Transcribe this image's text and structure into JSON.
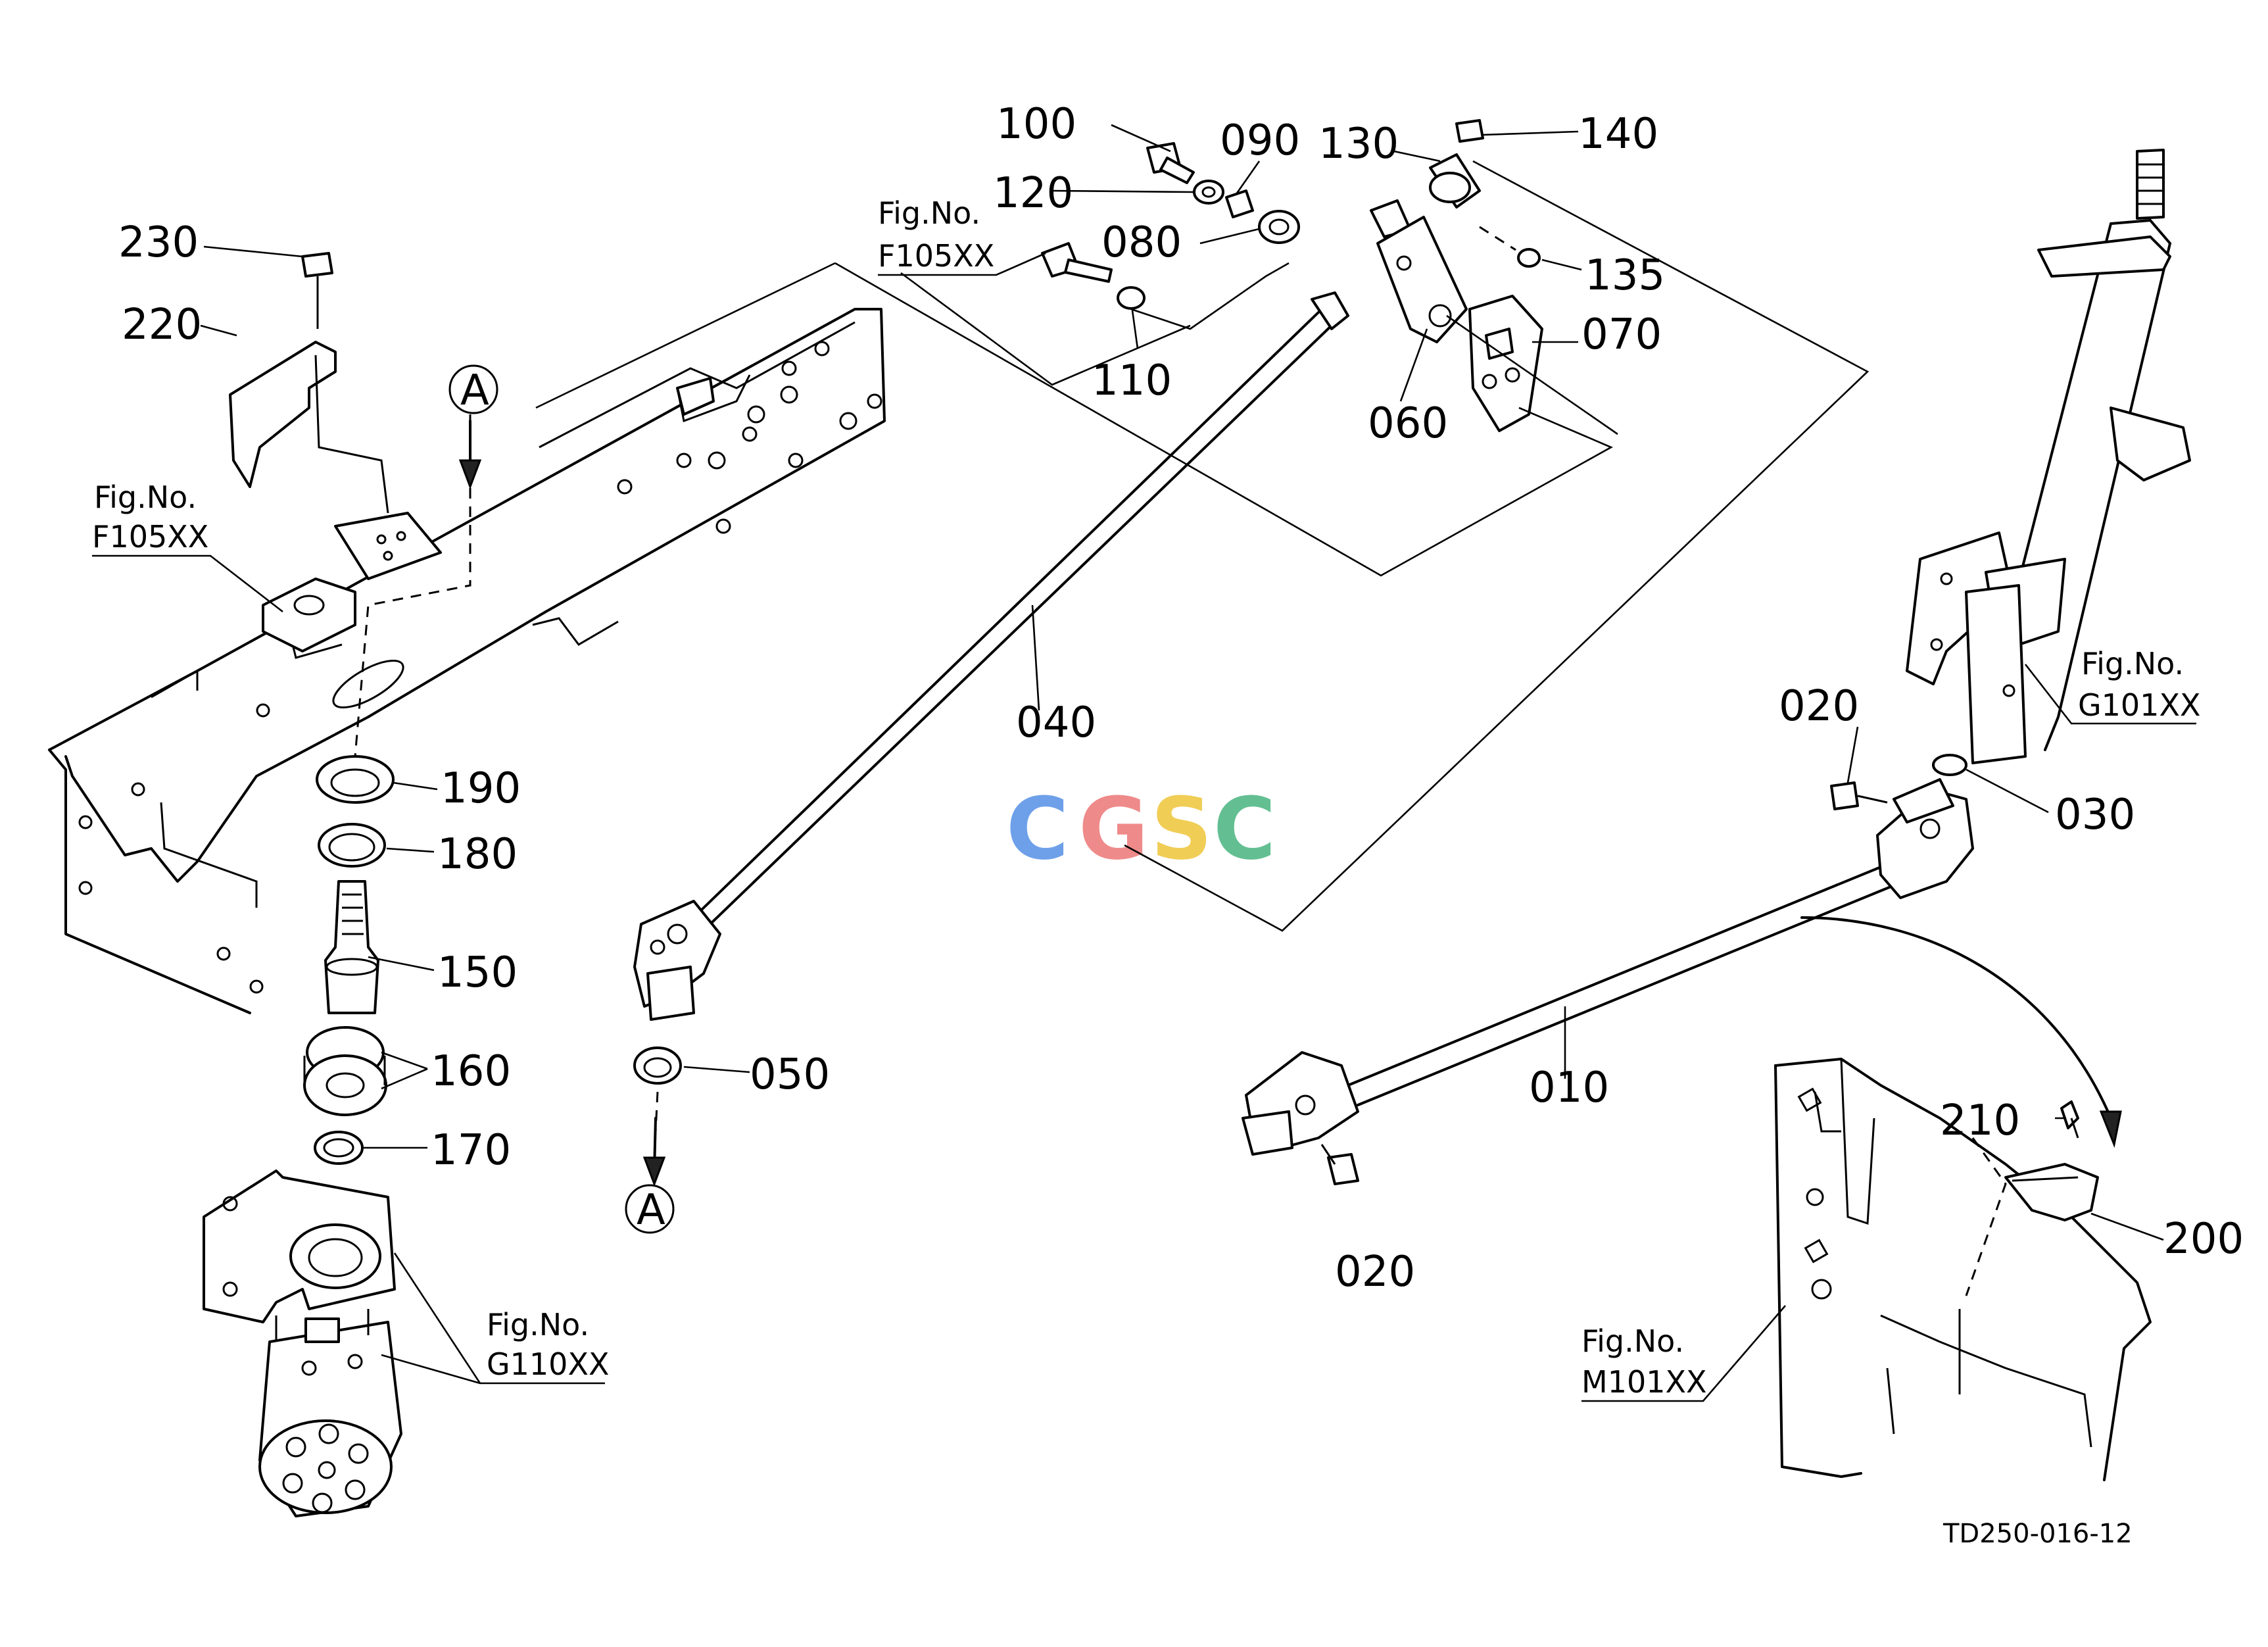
{
  "drawing_code": "TD250-016-12",
  "watermark": {
    "letters": [
      "C",
      "G",
      "S",
      "C"
    ],
    "colors": [
      "#6ea0ea",
      "#ef8a8a",
      "#f0cd55",
      "#63bf92"
    ]
  },
  "callouts": {
    "p010": "010",
    "p020a": "020",
    "p020b": "020",
    "p030": "030",
    "p040": "040",
    "p050": "050",
    "p060": "060",
    "p070": "070",
    "p080": "080",
    "p090": "090",
    "p100": "100",
    "p110": "110",
    "p120": "120",
    "p130": "130",
    "p135": "135",
    "p140": "140",
    "p150": "150",
    "p160": "160",
    "p170": "170",
    "p180": "180",
    "p190": "190",
    "p200": "200",
    "p210": "210",
    "p220": "220",
    "p230": "230"
  },
  "section_marker": "A",
  "figure_refs": [
    {
      "prefix": "Fig.No.",
      "code": "F105XX"
    },
    {
      "prefix": "Fig.No.",
      "code": "F105XX"
    },
    {
      "prefix": "Fig.No.",
      "code": "G110XX"
    },
    {
      "prefix": "Fig.No.",
      "code": "G101XX"
    },
    {
      "prefix": "Fig.No.",
      "code": "M101XX"
    }
  ]
}
